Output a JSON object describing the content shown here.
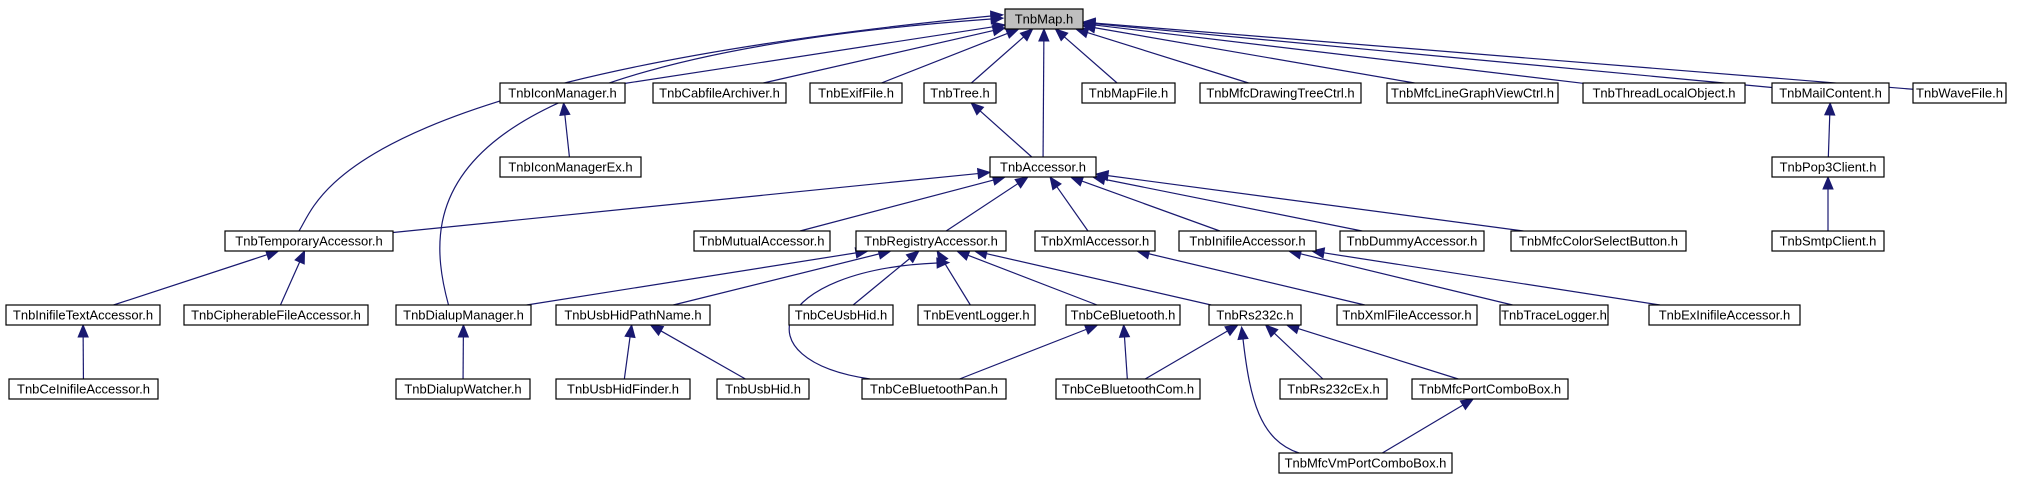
{
  "diagram": {
    "nodes": {
      "map": "TnbMap.h",
      "iconManager": "TnbIconManager.h",
      "cabfile": "TnbCabfileArchiver.h",
      "exif": "TnbExifFile.h",
      "tree": "TnbTree.h",
      "mapfile": "TnbMapFile.h",
      "drawingTree": "TnbMfcDrawingTreeCtrl.h",
      "lineGraph": "TnbMfcLineGraphViewCtrl.h",
      "threadLocal": "TnbThreadLocalObject.h",
      "mailContent": "TnbMailContent.h",
      "waveFile": "TnbWaveFile.h",
      "iconManagerEx": "TnbIconManagerEx.h",
      "accessor": "TnbAccessor.h",
      "pop3": "TnbPop3Client.h",
      "tempAccessor": "TnbTemporaryAccessor.h",
      "mutualAccessor": "TnbMutualAccessor.h",
      "registryAccessor": "TnbRegistryAccessor.h",
      "xmlAccessor": "TnbXmlAccessor.h",
      "inifileAccessor": "TnbInifileAccessor.h",
      "dummyAccessor": "TnbDummyAccessor.h",
      "colorSelect": "TnbMfcColorSelectButton.h",
      "smtp": "TnbSmtpClient.h",
      "inifileText": "TnbInifileTextAccessor.h",
      "cipherable": "TnbCipherableFileAccessor.h",
      "dialupManager": "TnbDialupManager.h",
      "usbHidPath": "TnbUsbHidPathName.h",
      "ceUsbHid": "TnbCeUsbHid.h",
      "eventLogger": "TnbEventLogger.h",
      "ceBluetooth": "TnbCeBluetooth.h",
      "rs232c": "TnbRs232c.h",
      "xmlFile": "TnbXmlFileAccessor.h",
      "traceLogger": "TnbTraceLogger.h",
      "exInifile": "TnbExInifileAccessor.h",
      "ceInifile": "TnbCeInifileAccessor.h",
      "dialupWatcher": "TnbDialupWatcher.h",
      "usbHidFinder": "TnbUsbHidFinder.h",
      "usbHid": "TnbUsbHid.h",
      "ceBtPan": "TnbCeBluetoothPan.h",
      "ceBtCom": "TnbCeBluetoothCom.h",
      "rs232cEx": "TnbRs232cEx.h",
      "portCombo": "TnbMfcPortComboBox.h",
      "vmPortCombo": "TnbMfcVmPortComboBox.h"
    },
    "edges": [
      [
        "iconManager",
        "map"
      ],
      [
        "cabfile",
        "map"
      ],
      [
        "exif",
        "map"
      ],
      [
        "tree",
        "map"
      ],
      [
        "mapfile",
        "map"
      ],
      [
        "drawingTree",
        "map"
      ],
      [
        "lineGraph",
        "map"
      ],
      [
        "threadLocal",
        "map"
      ],
      [
        "mailContent",
        "map"
      ],
      [
        "waveFile",
        "map"
      ],
      [
        "accessor",
        "map"
      ],
      [
        "tempAccessor",
        "map"
      ],
      [
        "dialupManager",
        "map"
      ],
      [
        "iconManagerEx",
        "iconManager"
      ],
      [
        "accessor",
        "tree"
      ],
      [
        "pop3",
        "mailContent"
      ],
      [
        "smtp",
        "pop3"
      ],
      [
        "tempAccessor",
        "accessor"
      ],
      [
        "mutualAccessor",
        "accessor"
      ],
      [
        "registryAccessor",
        "accessor"
      ],
      [
        "xmlAccessor",
        "accessor"
      ],
      [
        "inifileAccessor",
        "accessor"
      ],
      [
        "dummyAccessor",
        "accessor"
      ],
      [
        "colorSelect",
        "accessor"
      ],
      [
        "inifileText",
        "tempAccessor"
      ],
      [
        "cipherable",
        "tempAccessor"
      ],
      [
        "ceInifile",
        "inifileText"
      ],
      [
        "dialupManager",
        "registryAccessor"
      ],
      [
        "usbHidPath",
        "registryAccessor"
      ],
      [
        "ceUsbHid",
        "registryAccessor"
      ],
      [
        "eventLogger",
        "registryAccessor"
      ],
      [
        "ceBluetooth",
        "registryAccessor"
      ],
      [
        "rs232c",
        "registryAccessor"
      ],
      [
        "ceBtPan",
        "registryAccessor"
      ],
      [
        "xmlFile",
        "xmlAccessor"
      ],
      [
        "traceLogger",
        "inifileAccessor"
      ],
      [
        "exInifile",
        "inifileAccessor"
      ],
      [
        "dialupWatcher",
        "dialupManager"
      ],
      [
        "usbHidFinder",
        "usbHidPath"
      ],
      [
        "usbHid",
        "usbHidPath"
      ],
      [
        "ceBtPan",
        "ceBluetooth"
      ],
      [
        "ceBtCom",
        "ceBluetooth"
      ],
      [
        "ceBtCom",
        "rs232c"
      ],
      [
        "rs232cEx",
        "rs232c"
      ],
      [
        "portCombo",
        "rs232c"
      ],
      [
        "vmPortCombo",
        "rs232c"
      ],
      [
        "vmPortCombo",
        "portCombo"
      ]
    ]
  },
  "colors": {
    "edge": "#191970",
    "node_border": "#000000",
    "node_fill": "#ffffff",
    "root_fill": "#bfbfbf",
    "background": "#ffffff"
  }
}
